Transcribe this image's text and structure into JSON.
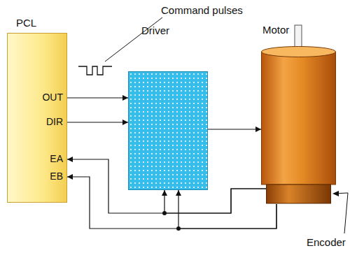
{
  "diagram": {
    "nodes": [
      {
        "text": [
          "PCL"
        ]
      },
      {
        "text": [
          "Driver"
        ]
      },
      {
        "text": [
          "Motor"
        ]
      },
      {
        "text": [
          "Encoder"
        ]
      }
    ],
    "edges": [
      {
        "from": 0,
        "to": 1,
        "arrow": "to"
      },
      {
        "from": 0,
        "to": 1,
        "arrow": "to"
      },
      {
        "from": 1,
        "to": 2,
        "arrow": "to"
      },
      {
        "from": 3,
        "to": 0,
        "arrow": "to"
      },
      {
        "from": 3,
        "to": 0,
        "arrow": "to"
      },
      {
        "from": 3,
        "to": 1,
        "arrow": "to"
      },
      {
        "from": 3,
        "to": 1,
        "arrow": "to"
      }
    ],
    "labels": [
      "Command pulses",
      "OUT",
      "DIR",
      "EA",
      "EB"
    ]
  }
}
